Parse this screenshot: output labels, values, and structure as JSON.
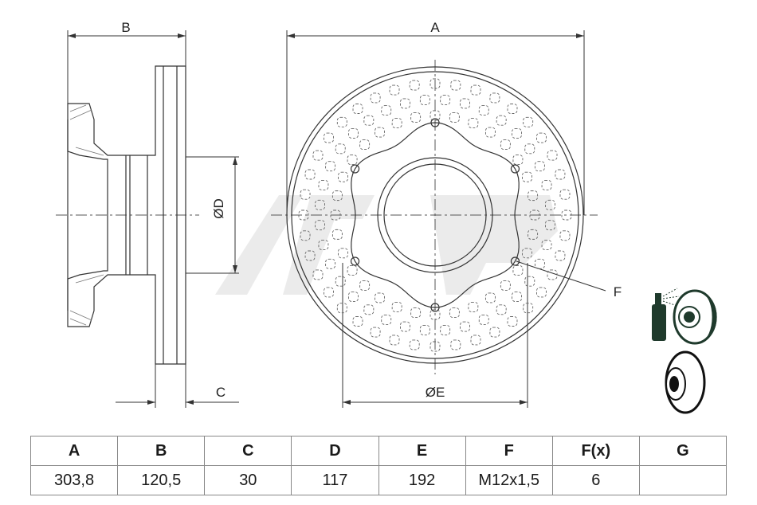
{
  "drawing": {
    "labels": {
      "a": "A",
      "b": "B",
      "c": "C",
      "d": "ØD",
      "e": "ØE",
      "f": "F"
    }
  },
  "table": {
    "headers": [
      "A",
      "B",
      "C",
      "D",
      "E",
      "F",
      "F(x)",
      "G"
    ],
    "values": [
      "303,8",
      "120,5",
      "30",
      "117",
      "192",
      "M12x1,5",
      "6",
      ""
    ]
  },
  "icons": [
    "spray-cleaner-icon",
    "brake-disc-icon"
  ],
  "colors": {
    "line": "#333333",
    "watermark": "#e6e6e6",
    "icon": "#1f3a2c"
  }
}
